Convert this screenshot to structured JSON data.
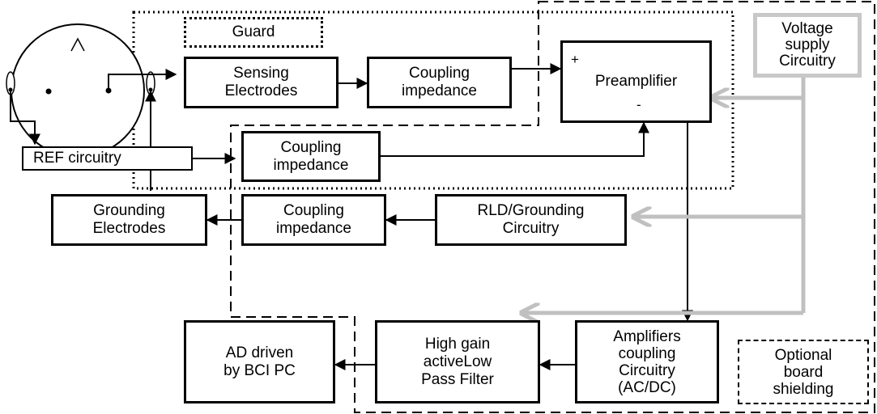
{
  "diagram": {
    "guard_label": "Guard",
    "sensing_electrodes": "Sensing\nElectrodes",
    "coupling_impedance_top": "Coupling\nimpedance",
    "preamplifier": "Preamplifier",
    "preamp_plus": "+",
    "preamp_minus": "-",
    "voltage_supply": "Voltage\nsupply\nCircuitry",
    "ref_circuitry": "REF circuitry",
    "coupling_impedance_mid": "Coupling\nimpedance",
    "coupling_impedance_bottom": "Coupling\nimpedance",
    "grounding_electrodes": "Grounding\nElectrodes",
    "rld_grounding": "RLD/Grounding\nCircuitry",
    "amplifiers_coupling": "Amplifiers\ncoupling\nCircuitry\n(AC/DC)",
    "high_gain_filter": "High gain\nactiveLow\nPass Filter",
    "ad_driven": "AD driven\nby BCI PC",
    "optional_shielding": "Optional\nboard\nshielding"
  }
}
